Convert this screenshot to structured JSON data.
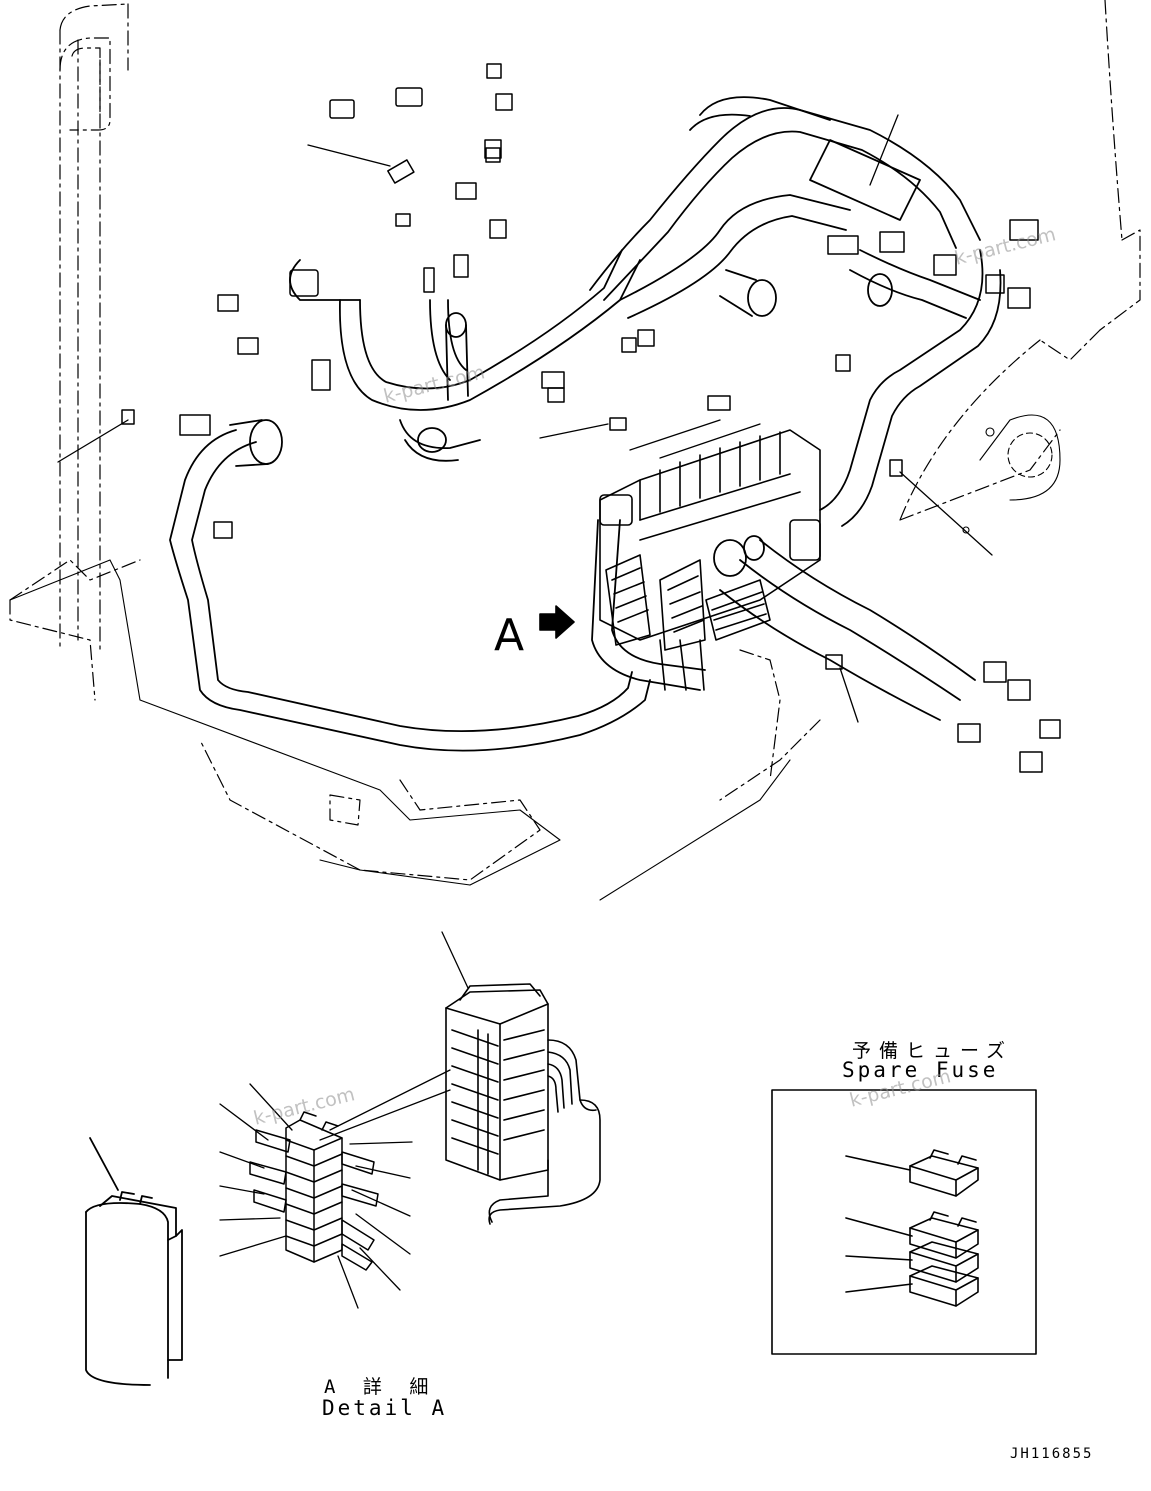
{
  "view_marker": "A",
  "detail": {
    "title_jp": "A 詳 細",
    "title_en": "Detail A"
  },
  "spare_fuse": {
    "title_jp": "予備ヒューズ",
    "title_en": "Spare Fuse"
  },
  "drawing_code": "JH116855",
  "watermarks": [
    "k-part.com",
    "k-part.com",
    "k-part.com",
    "k-part.com"
  ]
}
